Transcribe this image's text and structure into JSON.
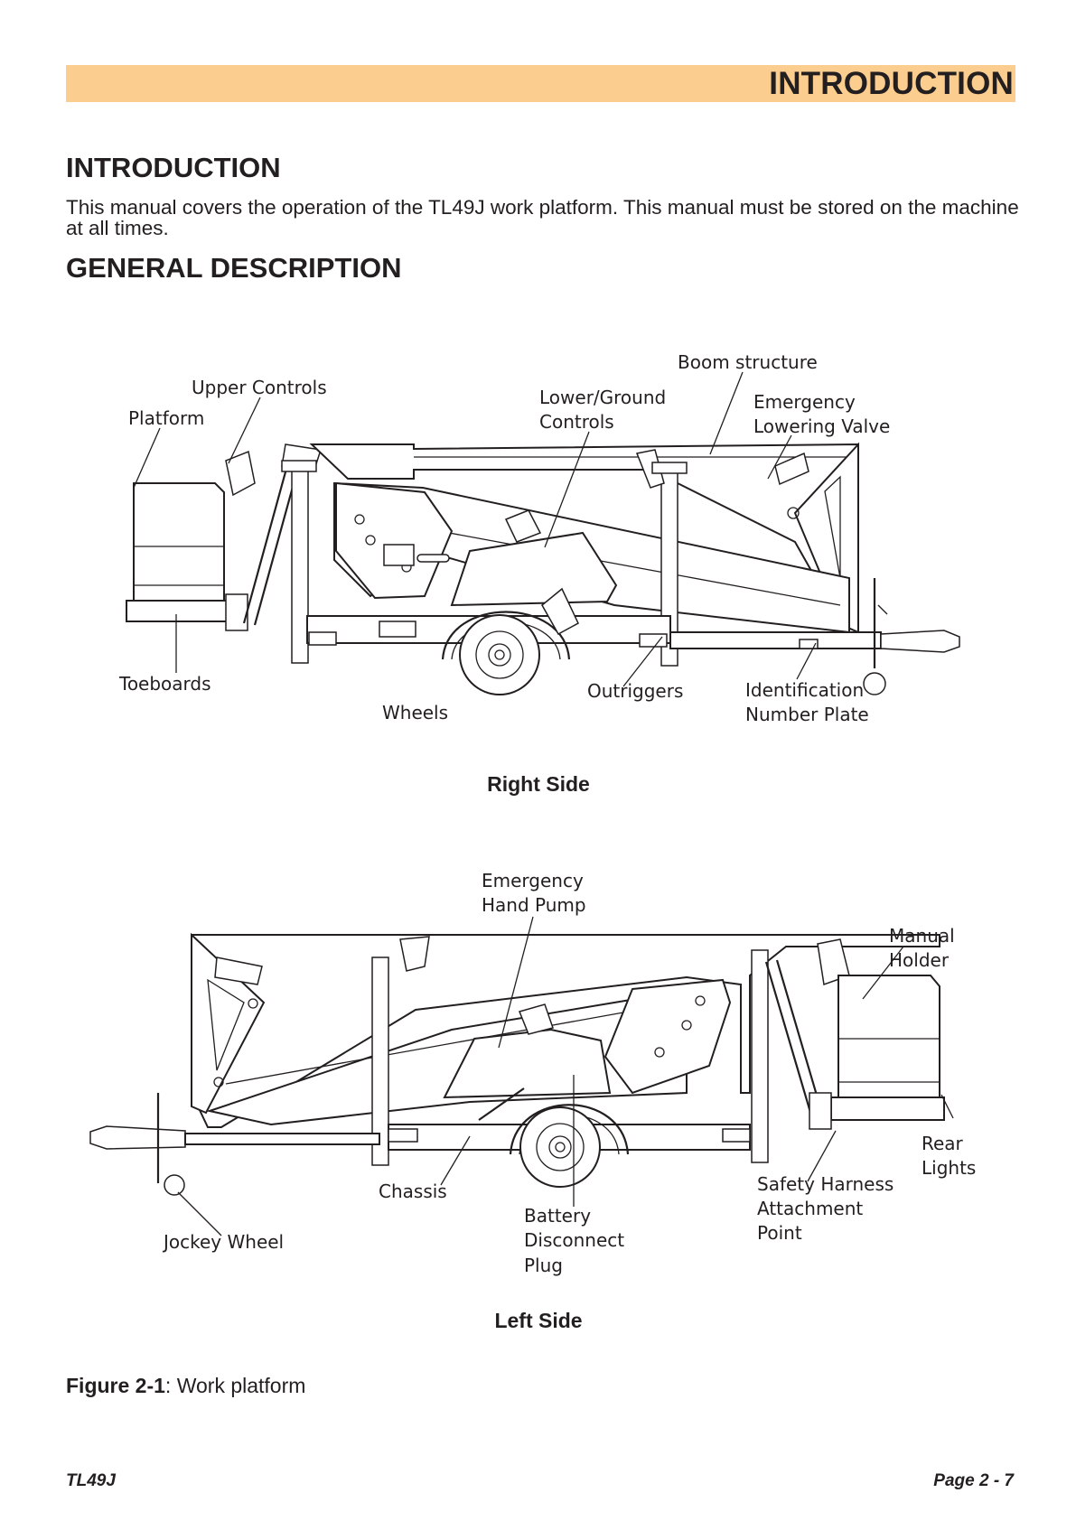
{
  "header": {
    "banner_title": "INTRODUCTION"
  },
  "section_intro": {
    "heading": "INTRODUCTION",
    "body": "This manual covers the operation of the TL49J work platform. This manual must be stored on the machine at all times."
  },
  "section_general": {
    "heading": "GENERAL DESCRIPTION"
  },
  "figure_right": {
    "caption": "Right Side",
    "labels": {
      "upper_controls": "Upper Controls",
      "platform": "Platform",
      "lower_ground_controls_1": "Lower/Ground",
      "lower_ground_controls_2": "Controls",
      "boom_structure": "Boom structure",
      "emergency_lowering_valve_1": "Emergency",
      "emergency_lowering_valve_2": "Lowering Valve",
      "toeboards": "Toeboards",
      "wheels": "Wheels",
      "outriggers": "Outriggers",
      "identification_plate_1": "Identification",
      "identification_plate_2": "Number Plate"
    }
  },
  "figure_left": {
    "caption": "Left Side",
    "labels": {
      "emergency_hand_pump_1": "Emergency",
      "emergency_hand_pump_2": "Hand Pump",
      "manual_holder_1": "Manual",
      "manual_holder_2": "Holder",
      "rear_lights_1": "Rear",
      "rear_lights_2": "Lights",
      "chassis": "Chassis",
      "battery_plug_1": "Battery",
      "battery_plug_2": "Disconnect",
      "battery_plug_3": "Plug",
      "safety_harness_1": "Safety Harness",
      "safety_harness_2": "Attachment",
      "safety_harness_3": "Point",
      "jockey_wheel": "Jockey Wheel"
    }
  },
  "figure_caption": {
    "number": "Figure 2-1",
    "text": ": Work platform"
  },
  "footer": {
    "model": "TL49J",
    "page": "Page 2 - 7"
  }
}
